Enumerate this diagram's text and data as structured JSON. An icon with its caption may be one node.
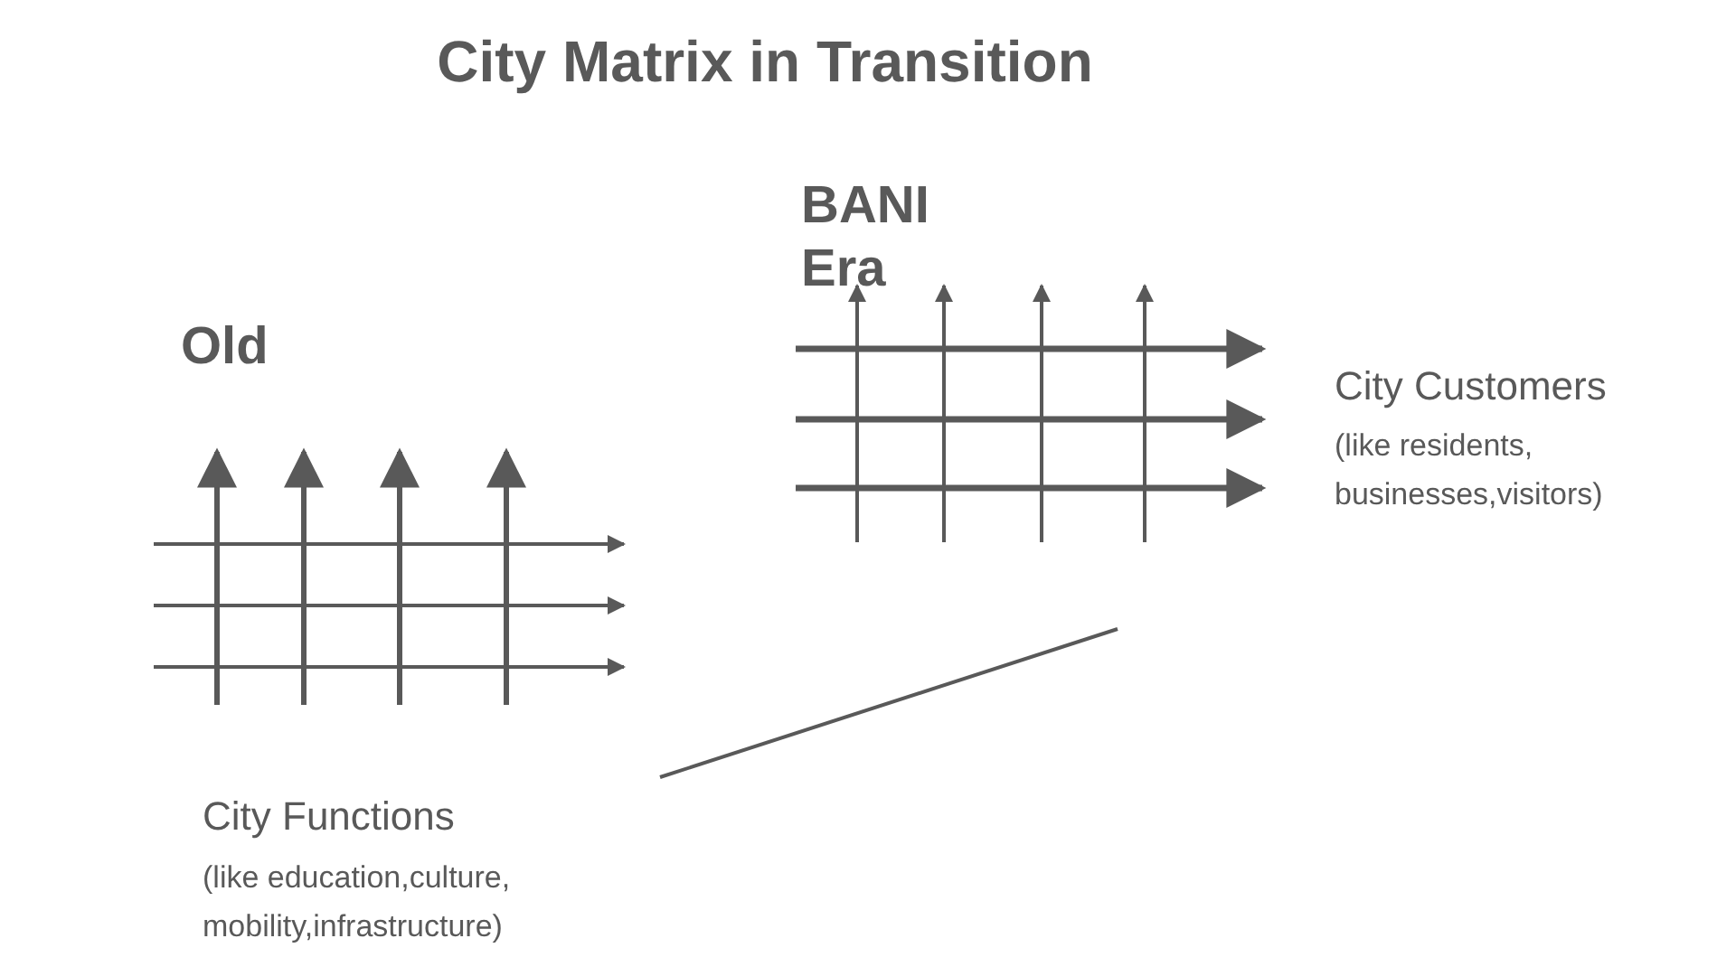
{
  "diagram": {
    "title": "City Matrix in Transition",
    "labels": [
      "Old",
      "BANI Era",
      "City Customers",
      "(like residents, businesses,visitors)",
      "City Functions",
      "(like education,culture, mobility,infrastructure)"
    ]
  }
}
